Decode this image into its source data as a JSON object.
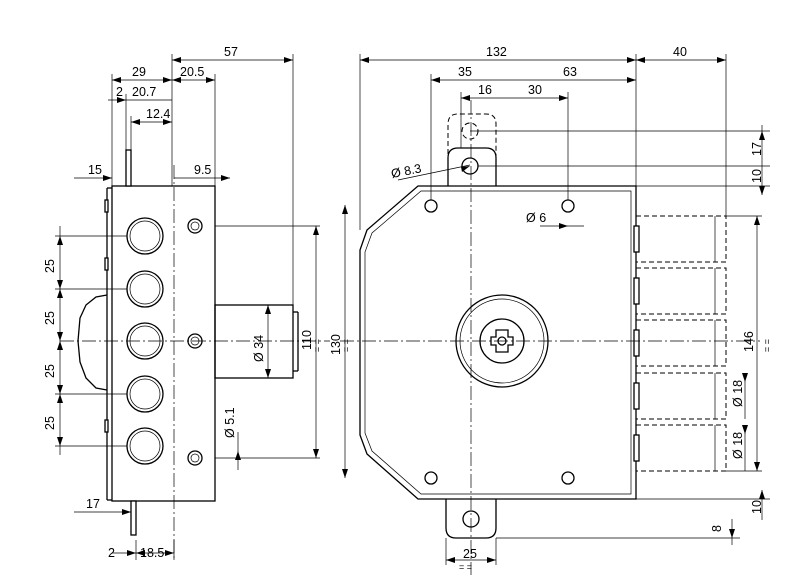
{
  "dimensions": {
    "d57": "57",
    "d29": "29",
    "d20_5": "20.5",
    "d2_top": "2",
    "d20_7": "20.7",
    "d12_4": "12.4",
    "d15": "15",
    "d9_5": "9.5",
    "d25_a": "25",
    "d25_b": "25",
    "d25_c": "25",
    "d25_d": "25",
    "d34": "Ø 34",
    "d5_1": "Ø 5.1",
    "d110": "110",
    "d130": "130",
    "d17_bottom": "17",
    "d2_bottom": "2",
    "d18_5": "18.5",
    "d132": "132",
    "d40": "40",
    "d35": "35",
    "d63": "63",
    "d16": "16",
    "d30": "30",
    "d8_3": "Ø 8.3",
    "d6": "Ø 6",
    "d17_right": "17",
    "d10_top": "10",
    "d146": "146",
    "d18_a": "Ø 18",
    "d18_b": "Ø 18",
    "d10_bottom": "10",
    "d8": "8",
    "d25_bottom": "25",
    "eq": "= ="
  }
}
